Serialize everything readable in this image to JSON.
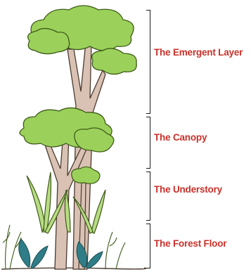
{
  "layers": [
    {
      "label": "The Emergent Layer"
    },
    {
      "label": "The Canopy"
    },
    {
      "label": "The Understory"
    },
    {
      "label": "The Forest Floor"
    }
  ],
  "colors": {
    "label_text": "#c8312a",
    "foliage": "#9bd15a",
    "foliage_outline": "#3f5a1a",
    "trunk": "#d9c2b4",
    "trunk_outline": "#4a3a2e",
    "fern_leaf": "#2f7d86",
    "bracket": "#1a1a1a"
  }
}
